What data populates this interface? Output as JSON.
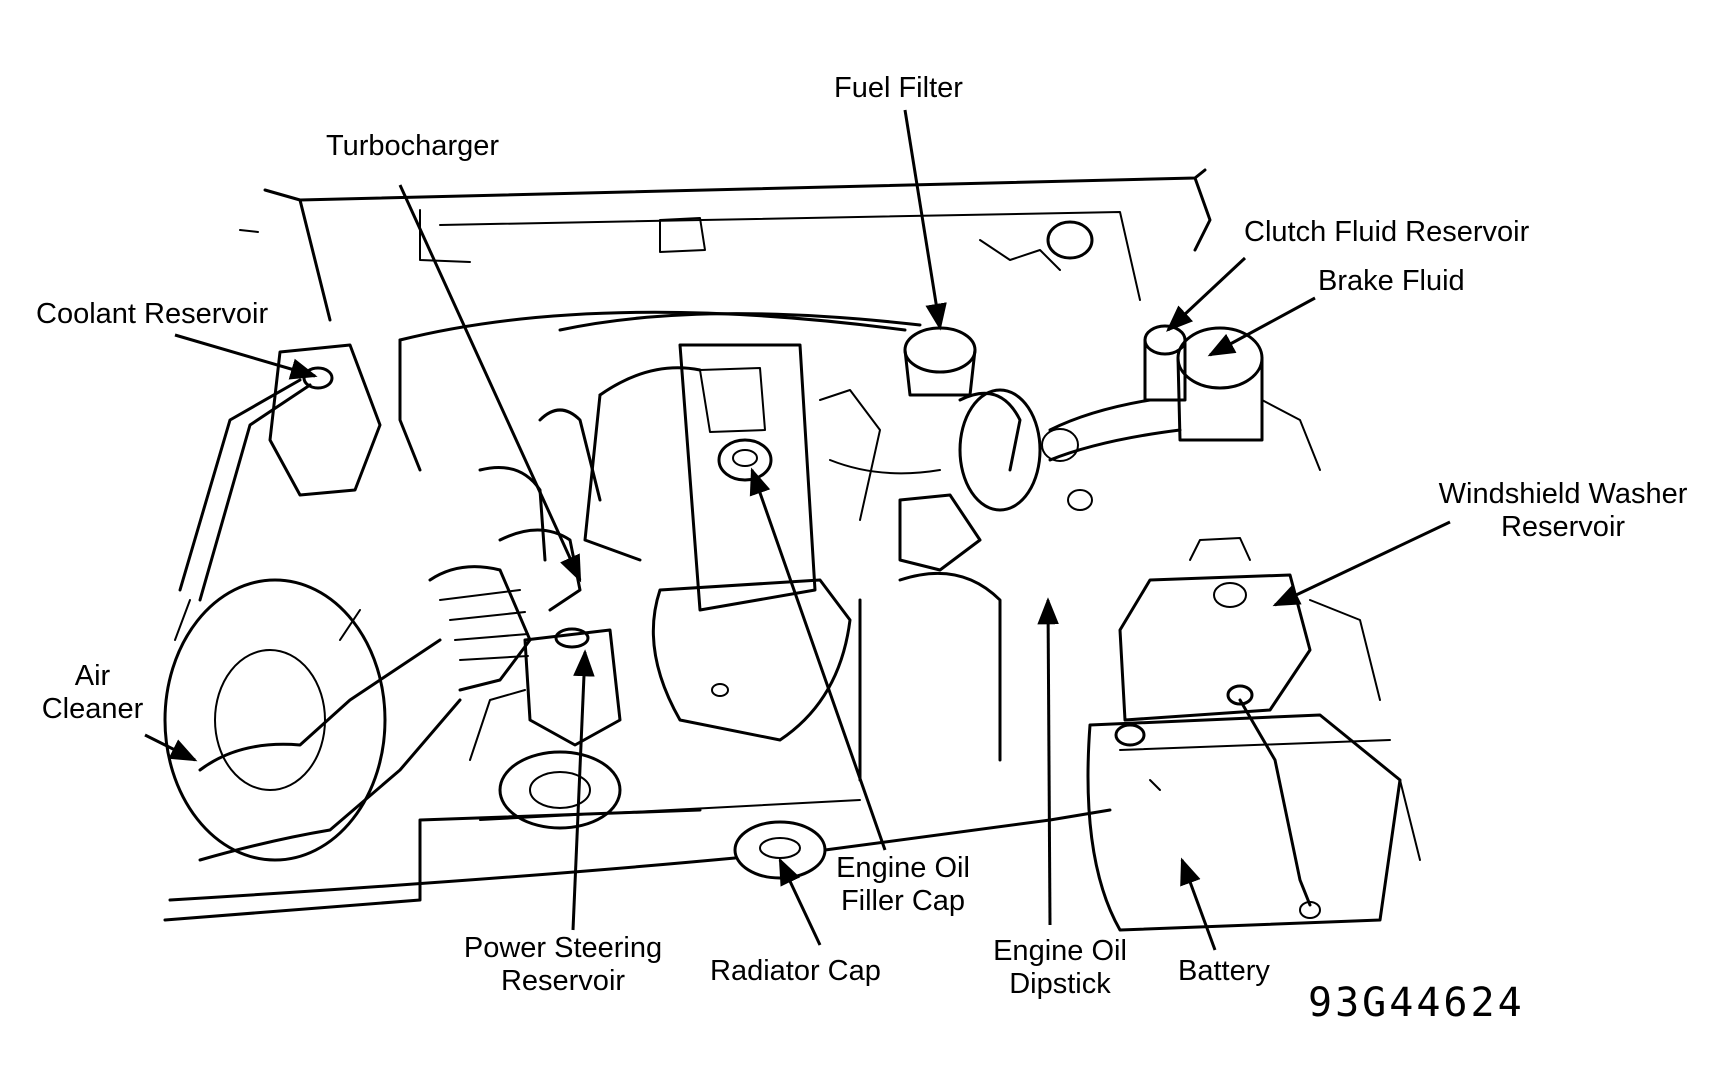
{
  "labels": {
    "fuel_filter": "Fuel Filter",
    "turbocharger": "Turbocharger",
    "clutch_fluid_reservoir": "Clutch Fluid Reservoir",
    "brake_fluid": "Brake Fluid",
    "coolant_reservoir": "Coolant Reservoir",
    "windshield_washer_line1": "Windshield Washer",
    "windshield_washer_line2": "Reservoir",
    "air_cleaner_line1": "Air",
    "air_cleaner_line2": "Cleaner",
    "engine_oil_filler_line1": "Engine Oil",
    "engine_oil_filler_line2": "Filler Cap",
    "power_steering_line1": "Power Steering",
    "power_steering_line2": "Reservoir",
    "radiator_cap": "Radiator Cap",
    "engine_oil_dipstick_line1": "Engine Oil",
    "engine_oil_dipstick_line2": "Dipstick",
    "battery": "Battery"
  },
  "figure_code": "93G44624"
}
